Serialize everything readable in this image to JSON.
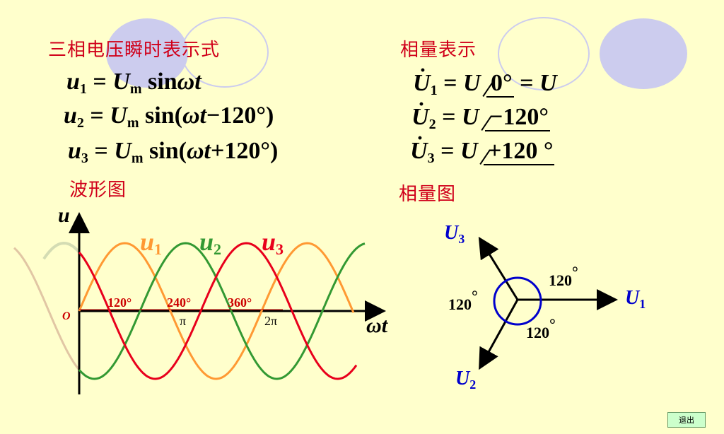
{
  "slide": {
    "title_left": "三相电压瞬时表示式",
    "title_right": "相量表示",
    "waveform_heading": "波形图",
    "phasor_heading": "相量图"
  },
  "instant_equations": {
    "eq1": {
      "var": "u",
      "sub": "1",
      "eq": "=",
      "amp": "U",
      "amp_sub": "m",
      "expr": "sin",
      "arg": "ωt"
    },
    "eq2": {
      "var": "u",
      "sub": "2",
      "eq": "=",
      "amp": "U",
      "amp_sub": "m",
      "expr": "sin(",
      "arg": "ωt",
      "rest": "−120°)"
    },
    "eq3": {
      "var": "u",
      "sub": "3",
      "eq": "=",
      "amp": "U",
      "amp_sub": "m",
      "expr": "sin(",
      "arg": "ωt",
      "rest": "+120°)"
    }
  },
  "phasor_equations": {
    "p1": {
      "var": "U",
      "sub": "1",
      "eq": "=",
      "mag": "U",
      "angle": "0°",
      "eq2": "=",
      "tail": "U"
    },
    "p2": {
      "var": "U",
      "sub": "2",
      "eq": "=",
      "mag": "U",
      "angle": "−120°"
    },
    "p3": {
      "var": "U",
      "sub": "3",
      "eq": "=",
      "mag": "U",
      "angle": "+120 °"
    }
  },
  "waveform": {
    "y_axis_label": "u",
    "x_axis_label": "ωt",
    "origin_label": "O",
    "tick_pi": "π",
    "tick_2pi": "2π",
    "series": [
      {
        "name": "u",
        "sub": "1",
        "color": "#ff9933"
      },
      {
        "name": "u",
        "sub": "2",
        "color": "#339933"
      },
      {
        "name": "u",
        "sub": "3",
        "color": "#e8001c"
      }
    ],
    "angle_labels": [
      "120°",
      "240°",
      "360°"
    ]
  },
  "phasor_diagram": {
    "labels": [
      {
        "var": "U",
        "sub": "1"
      },
      {
        "var": "U",
        "sub": "2"
      },
      {
        "var": "U",
        "sub": "3"
      }
    ],
    "angle_label_value": "120",
    "angle_degree_sign": "°",
    "label_color": "#0000cc"
  },
  "controls": {
    "exit_label": "退出"
  }
}
